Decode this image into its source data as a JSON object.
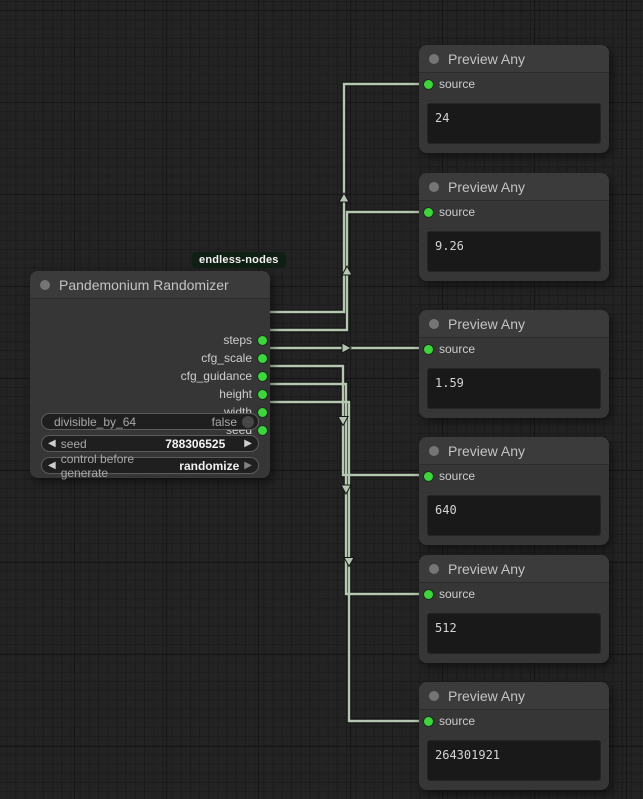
{
  "canvas": {
    "bg_color": "#232323",
    "wire_color": "#b5c6b1",
    "port_color": "#3ed43e"
  },
  "badge": {
    "label": "endless-nodes"
  },
  "randomizer": {
    "title": "Pandemonium Randomizer",
    "outputs": [
      "steps",
      "cfg_scale",
      "cfg_guidance",
      "height",
      "width",
      "seed"
    ],
    "widgets": {
      "toggle": {
        "label": "divisible_by_64",
        "value": "false"
      },
      "seed": {
        "label": "seed",
        "value": "788306525",
        "left_arrow": "◀",
        "right_arrow": "▶"
      },
      "control": {
        "label": "control before generate",
        "value": "randomize",
        "left_arrow": "◀",
        "right_arrow": "▶"
      }
    }
  },
  "previews": [
    {
      "title": "Preview Any",
      "input": "source",
      "value": "24"
    },
    {
      "title": "Preview Any",
      "input": "source",
      "value": "9.26"
    },
    {
      "title": "Preview Any",
      "input": "source",
      "value": "1.59"
    },
    {
      "title": "Preview Any",
      "input": "source",
      "value": "640"
    },
    {
      "title": "Preview Any",
      "input": "source",
      "value": "512"
    },
    {
      "title": "Preview Any",
      "input": "source",
      "value": "264301921"
    }
  ]
}
